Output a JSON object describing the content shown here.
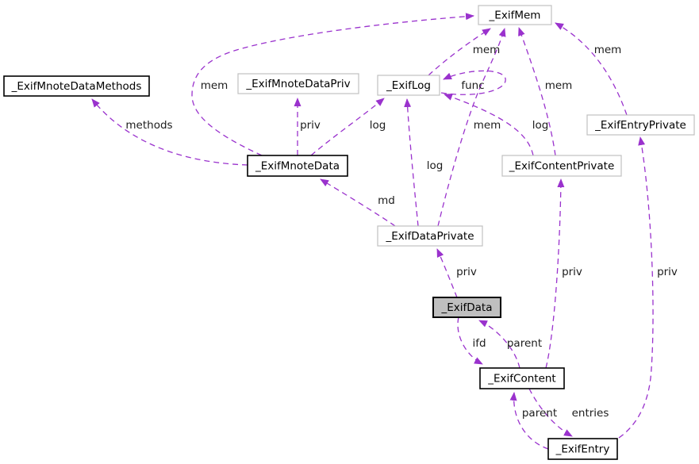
{
  "diagram": {
    "type": "doxygen-collaboration-graph",
    "background": "#ffffff",
    "edge_color": "#9a32cd",
    "linked_border_color": "#000000",
    "plain_border_color": "#c0c0c0",
    "current_node_fill": "#bfbfbf",
    "nodes": [
      {
        "label": "_ExifMem",
        "linked": false,
        "current": false
      },
      {
        "label": "_ExifMnoteDataMethods",
        "linked": true,
        "current": false
      },
      {
        "label": "_ExifMnoteDataPriv",
        "linked": false,
        "current": false
      },
      {
        "label": "_ExifLog",
        "linked": false,
        "current": false
      },
      {
        "label": "_ExifEntryPrivate",
        "linked": false,
        "current": false
      },
      {
        "label": "_ExifMnoteData",
        "linked": true,
        "current": false
      },
      {
        "label": "_ExifContentPrivate",
        "linked": false,
        "current": false
      },
      {
        "label": "_ExifDataPrivate",
        "linked": false,
        "current": false
      },
      {
        "label": "_ExifData",
        "linked": true,
        "current": true
      },
      {
        "label": "_ExifContent",
        "linked": true,
        "current": false
      },
      {
        "label": "_ExifEntry",
        "linked": true,
        "current": false
      }
    ],
    "edges": [
      {
        "from": "_ExifMnoteData",
        "to": "_ExifMnoteDataMethods",
        "label": "methods"
      },
      {
        "from": "_ExifMnoteData",
        "to": "_ExifMem",
        "label": "mem"
      },
      {
        "from": "_ExifMnoteData",
        "to": "_ExifMnoteDataPriv",
        "label": "priv"
      },
      {
        "from": "_ExifMnoteData",
        "to": "_ExifLog",
        "label": "log"
      },
      {
        "from": "_ExifDataPrivate",
        "to": "_ExifMnoteData",
        "label": "md"
      },
      {
        "from": "_ExifDataPrivate",
        "to": "_ExifLog",
        "label": "log"
      },
      {
        "from": "_ExifDataPrivate",
        "to": "_ExifMem",
        "label": "mem"
      },
      {
        "from": "_ExifLog",
        "to": "_ExifMem",
        "label": "mem"
      },
      {
        "from": "_ExifLog",
        "to": "_ExifLog",
        "label": "func"
      },
      {
        "from": "_ExifContentPrivate",
        "to": "_ExifLog",
        "label": "log"
      },
      {
        "from": "_ExifContentPrivate",
        "to": "_ExifMem",
        "label": "mem"
      },
      {
        "from": "_ExifEntryPrivate",
        "to": "_ExifMem",
        "label": "mem"
      },
      {
        "from": "_ExifContent",
        "to": "_ExifContentPrivate",
        "label": "priv"
      },
      {
        "from": "_ExifEntry",
        "to": "_ExifEntryPrivate",
        "label": "priv"
      },
      {
        "from": "_ExifData",
        "to": "_ExifDataPrivate",
        "label": "priv"
      },
      {
        "from": "_ExifData",
        "to": "_ExifContent",
        "label": "ifd"
      },
      {
        "from": "_ExifContent",
        "to": "_ExifData",
        "label": "parent"
      },
      {
        "from": "_ExifEntry",
        "to": "_ExifContent",
        "label": "parent"
      },
      {
        "from": "_ExifContent",
        "to": "_ExifEntry",
        "label": "entries"
      }
    ]
  }
}
